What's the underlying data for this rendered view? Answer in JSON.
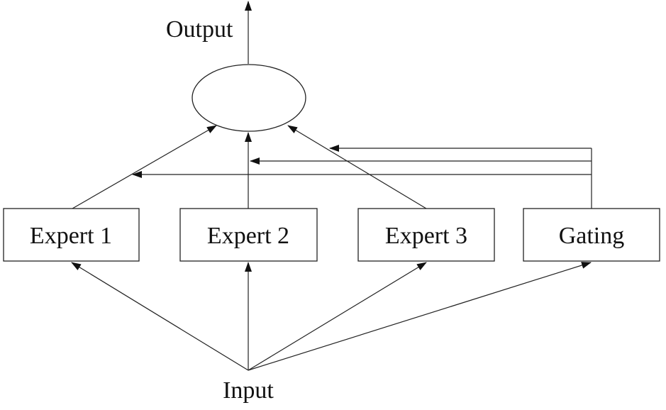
{
  "diagram": {
    "output_label": "Output",
    "input_label": "Input",
    "nodes": [
      {
        "id": "expert-1",
        "label": "Expert 1"
      },
      {
        "id": "expert-2",
        "label": "Expert 2"
      },
      {
        "id": "expert-3",
        "label": "Expert 3"
      },
      {
        "id": "gating",
        "label": "Gating"
      }
    ],
    "combiner": {
      "label": ""
    }
  }
}
